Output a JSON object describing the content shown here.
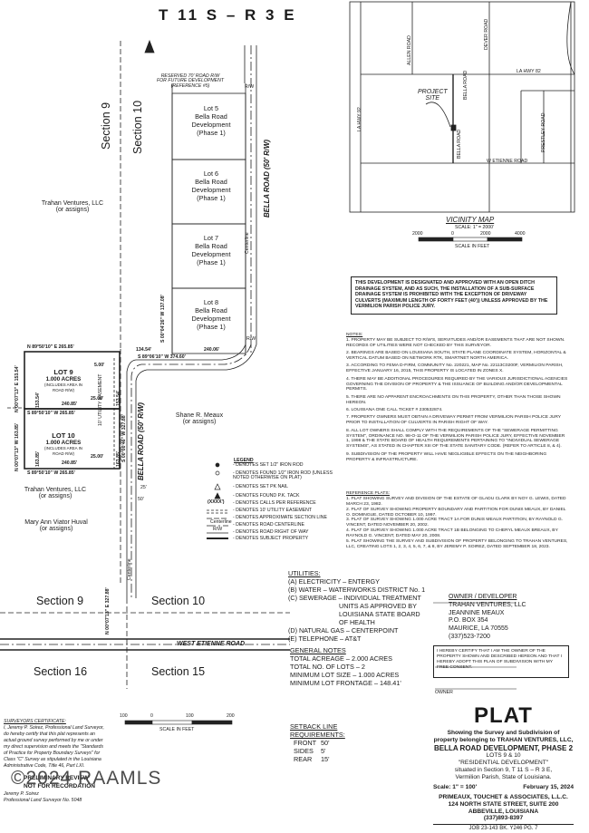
{
  "township_range": "T 11 S – R 3 E",
  "sections": {
    "s9": "Section 9",
    "s10": "Section 10",
    "s16": "Section 16",
    "s15": "Section 15"
  },
  "parties": {
    "trahan_top": "Trahan Ventures, LLC",
    "trahan_top_sub": "(or assigns)",
    "trahan_bottom": "Trahan Ventures, LLC",
    "trahan_bottom_sub": "(or assigns)",
    "meaux": "Shane R. Meaux",
    "meaux_sub": "(or assigns)",
    "huval": "Mary Ann Viator Huval",
    "huval_sub": "(or assigns)"
  },
  "reserved_row": [
    "RESERVED 70' ROAD R/W",
    "FOR FUTURE DEVELOPMENT",
    "(REFERENCE #5)"
  ],
  "lots": [
    {
      "name": "Lot 5",
      "desc": "Bella Road",
      "desc2": "Development",
      "phase": "(Phase 1)"
    },
    {
      "name": "Lot 6",
      "desc": "Bella Road",
      "desc2": "Development",
      "phase": "(Phase 1)"
    },
    {
      "name": "Lot 7",
      "desc": "Bella Road",
      "desc2": "Development",
      "phase": "(Phase 1)"
    },
    {
      "name": "Lot 8",
      "desc": "Bella Road",
      "desc2": "Development",
      "phase": "(Phase 1)"
    }
  ],
  "new_lots": [
    {
      "name": "LOT 9",
      "area": "1.000 ACRES",
      "note": "(INCLUDES AREA IN",
      "note2": "ROAD R/W)"
    },
    {
      "name": "LOT 10",
      "area": "1.000 ACRES",
      "note": "(INCLUDES AREA IN",
      "note2": "ROAD R/W)"
    }
  ],
  "bearings": {
    "top": "N 89°50'10\" E 265.85'",
    "mid": "S 89°50'10\" W 265.85'",
    "bottom": "S 89°50'10\" W 265.85'",
    "lot8_south": "S 89°06'10\" W 374.60'",
    "lot8_south2": "240.06'",
    "dist_134": "134.54'",
    "lot9_w": "N 00°07'13\" E 153.54'",
    "lot10_w": "N 00°07'13\" W 163.85'",
    "lot9_s": "240.85'",
    "lot10_s": "240.85'",
    "east_bearing": "S 00°04'26\" W 137.08'",
    "east_2": "S 00°00'46\" W 327.88'",
    "lot9_e": "153.54'",
    "lot10_e": "163.85'",
    "far_w": "N 00°07'13\" E 327.88'",
    "d25a": "25.00'",
    "d25b": "25.00'",
    "d500": "5.00'"
  },
  "roads": {
    "bella_north": "BELLA ROAD (50' R/W)",
    "bella_south": "BELLA ROAD (50' R/W)",
    "etienne": "WEST ETIENNE ROAD",
    "utility_esmt": "10' UTILITY EASEMENT",
    "centerline": "Centerline",
    "rw": "R/W",
    "d25": "25'",
    "d50": "50'"
  },
  "legend": {
    "title": "LEGEND",
    "items": [
      "- DENOTES SET 1/2\" IRON ROD",
      "- DENOTES FOUND 1/2\" IRON ROD (UNLESS NOTED OTHERWISE ON PLAT)",
      "- DENOTES SET PK NAIL",
      "- DENOTES FOUND P.K. TACK",
      "- DENOTES CALLS PER REFERENCE",
      "- DENOTES 10' UTILITY EASEMENT",
      "- DENOTES APPROXIMATE SECTION LINE",
      "- DENOTES ROAD CENTERLINE",
      "- DENOTES ROAD RIGHT OF WAY",
      "- DENOTES SUBJECT PROPERTY"
    ],
    "symbols": {
      "xxxx": "(XXXX')",
      "centerline": "Centerline",
      "rw": "R/W"
    }
  },
  "vicinity": {
    "title": "VICINITY MAP",
    "scale": "SCALE: 1\" = 2000'",
    "scale_in_feet": "SCALE IN FEET",
    "ticks": [
      "2000",
      "0",
      "2000",
      "4000"
    ],
    "project_site": "PROJECT",
    "project_site2": "SITE",
    "road_labels": [
      "LA HWY 82",
      "LA HWY 92",
      "BELLA ROAD",
      "ALLEN ROAD",
      "DEVER ROAD",
      "PRESTLEY ROAD",
      "W ETIENNE ROAD"
    ]
  },
  "drainage_box": "THIS DEVELOPMENT IS DESIGNATED AND APPROVED WITH AN OPEN DITCH DRAINAGE SYSTEM, AND AS SUCH, THE INSTALLATION OF A SUB-SURFACE DRAINAGE SYSTEM IS PROHIBITED WITH THE EXCEPTION OF DRIVEWAY CULVERTS (MAXIMUM LENGTH OF FORTY FEET (40')) UNLESS APPROVED BY THE VERMILION PARISH POLICE JURY.",
  "notes": {
    "title": "NOTES:",
    "items": [
      "1. PROPERTY MAY BE SUBJECT TO R/W'S, SERVITUDES AND/OR EASEMENTS THAT ARE NOT SHOWN. RECORDS OF UTILITIES WERE NOT CHECKED BY THIS SURVEYOR.",
      "2. BEARINGS ARE BASED ON LOUISIANA SOUTH, STATE PLANE COORDINATE SYSTEM, HORIZONTAL & VERTICAL DATUM BASED ON NETWORK RTK, SMARTNET NORTH AMERICA.",
      "3. ACCORDING TO FEMA D-FIRM, COMMUNITY No. 220221, MAP No. 22113C0200F, VERMILION PARISH, EFFECTIVE JANUARY 16, 2015, THIS PROPERTY IS LOCATED IN ZONES X.",
      "4. THERE MAY BE ADDITIONAL PROCEDURES REQUIRED BY THE VARIOUS JURISDICTIONAL AGENCIES GOVERNING THE DIVISION OF PROPERTY & THE ISSUANCE OF BUILDING AND/OR DEVELOPMENTAL PERMITS.",
      "5. THERE ARE NO APPARENT ENCROACHMENTS ON THIS PROPERTY, OTHER THAN THOSE SHOWN HEREON.",
      "6. LOUISIANA ONE CALL TICKET # 230532874.",
      "7. PROPERTY OWNERS MUST OBTAIN A DRIVEWAY PERMIT FROM VERMILION PARISH POLICE JURY PRIOR TO INSTALLATION OF CULVERTS IN PARISH RIGHT OF WAY.",
      "8. ALL LOT OWNERS SHALL COMPLY WITH THE REQUIREMENTS OF THE \"SEWERAGE PERMITTING SYSTEM\", ORDINANCE NO. 98-O-11 OF THE VERMILION PARISH POLICE JURY, EFFECTIVE NOVEMBER 1, 1998 & THE STATE BOARD OF HEALTH REQUIREMENTS PERTAINING TO \"INDIVIDUAL SEWERAGE SYSTEMS\", AS STATED IN CHAPTER XIII OF THE STATE SANITARY CODE. (REFER TO ARTICLE 8, & 4).",
      "9. SUBDIVISION OF THE PROPERTY WILL HAVE NEGLIGIBLE EFFECTS ON THE NEIGHBORING PROPERTY & INFRASTRUCTURE."
    ]
  },
  "reference_plats": {
    "title": "REFERENCE PLATS:",
    "items": [
      "1. PLAT SHOWING SURVEY AND DIVISION OF THE ESTATE OF GLADU CLARK BY NOY G. LEWIS, DATED MARCH 23, 1982.",
      "2. PLAT OF SURVEY SHOWING PROPERTY BOUNDARY AND PARTITION FOR DUNIS MEAUX, BY DANIEL O. DOMINGUE, DATED OCTOBER 10, 1997.",
      "3. PLAT OF SURVEY SHOWING 1.000 ACRE TRACT 1A FOR DUNIS MEAUX PARTITION, BY RAYNOLD G. VINCENT, DATED NOVEMBER 20, 2002.",
      "4. PLAT OF SURVEY SHOWING 1.000 ACRE TRACT 1B BELONGING TO CHERYL MEAUX BREAUX, BY RAYNOLD G. VINCENT, DATED MAY 20, 2008.",
      "5. PLAT SHOWING THE SURVEY AND SUBDIVISION OF PROPERTY BELONGING TO TRAHAN VENTURES, LLC, CREATING LOTS 1, 2, 3, 4, 5, 6, 7, & 8, BY JEREMY P. SOIREZ, DATED SEPTEMBER 18, 2023."
    ]
  },
  "utilities": {
    "title": "UTILITIES:",
    "lines": [
      "(A) ELECTRICITY – ENTERGY",
      "(B) WATER – WATERWORKS DISTRICT No. 1",
      "(C) SEWERAGE – INDIVIDUAL TREATMENT",
      "UNITS AS APPROVED BY",
      "LOUISIANA STATE BOARD",
      "OF HEALTH",
      "(D) NATURAL GAS – CENTERPOINT",
      "(E) TELEPHONE – AT&T"
    ]
  },
  "owner": {
    "title": "OWNER / DEVELOPER",
    "lines": [
      "TRAHAN VENTURES, LLC",
      "JEANNINE MEAUX",
      "P.O. BOX 354",
      "MAURICE, LA 70555",
      "(337)523-7200"
    ]
  },
  "certification": {
    "text": "I HEREBY CERTIFY THAT I AM THE OWNER OF THE PROPERTY SHOWN AND DESCRIBED HEREON AND THAT I HEREBY ADOPT THIS PLAN OF SUBDIVISION WITH MY FREE CONSENT.",
    "signature_label": "OWNER"
  },
  "general_notes": {
    "title": "GENERAL NOTES",
    "lines": [
      "TOTAL ACREAGE – 2.000 ACRES",
      "TOTAL NO. OF LOTS – 2",
      "MINIMUM LOT SIZE – 1.000 ACRES",
      "MINIMUM LOT FRONTAGE – 148.41'"
    ]
  },
  "setback": {
    "title": "SETBACK LINE",
    "title2": "REQUIREMENTS:",
    "rows": [
      {
        "label": "FRONT",
        "value": "50'"
      },
      {
        "label": "SIDES",
        "value": "5'"
      },
      {
        "label": "REAR",
        "value": "15'"
      }
    ]
  },
  "bottom_scale": {
    "ticks": [
      "100",
      "0",
      "100",
      "200"
    ],
    "label": "SCALE IN FEET"
  },
  "plat": {
    "title": "PLAT",
    "lines": [
      "Showing the Survey and Subdivision of",
      "property belonging to TRAHAN VENTURES, LLC,",
      "BELLA ROAD DEVELOPMENT, PHASE 2",
      "LOTS 9 & 10",
      "\"RESIDENTIAL DEVELOPMENT\"",
      "situated in Section 9, T 11 S – R 3 E,",
      "Vermilion Parish, State of Louisiana."
    ],
    "scale": "Scale: 1\" = 100'",
    "date": "February 15, 2024",
    "firm": [
      "PRIMEAUX, TOUCHET & ASSOCIATES, L.L.C.",
      "124 NORTH STATE STREET, SUITE 200",
      "ABBEVILLE, LOUISIANA",
      "(337)893-8397"
    ],
    "job": "JOB 23-143   BK. Y246 PG. 7"
  },
  "surveyor": {
    "title": "SURVEYORS CERTIFICATE:",
    "lines": [
      "I, Jeremy P. Soirez, Professional Land Surveyor,",
      "do hereby certify that this plat represents an",
      "actual ground survey performed by me or under",
      "my direct supervision and meets the \"Standards",
      "of Practice for Property Boundary Surveys\" for",
      "Class \"C\" Survey as stipulated in the Louisiana",
      "Administrative Code, Title 46, Part LXI."
    ],
    "stamp": "PRELIMINARY REVIEW",
    "stamp2": "NOT FOR RECORDATION",
    "name": "Jeremy P. Soirez",
    "license": "Professional Land Surveyor No. 5048"
  },
  "watermark": "©2024 RAAMLS"
}
